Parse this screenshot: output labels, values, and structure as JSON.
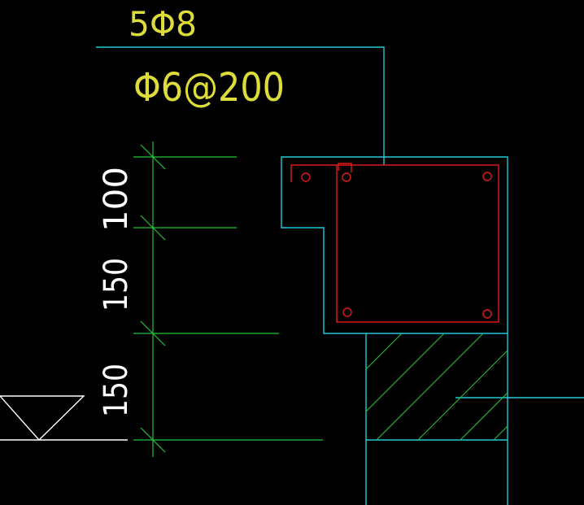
{
  "labels": {
    "top_rebar": "5Φ8",
    "stirrup": "Φ6@200",
    "dim_upper": "100",
    "dim_middle": "150",
    "dim_lower": "150"
  },
  "colors": {
    "background": "#000000",
    "outline": "#22c7d6",
    "rebar": "#e01b1b",
    "dimension": "#22c33a",
    "annotation": "#dcdc3a",
    "symbol": "#ffffff"
  }
}
